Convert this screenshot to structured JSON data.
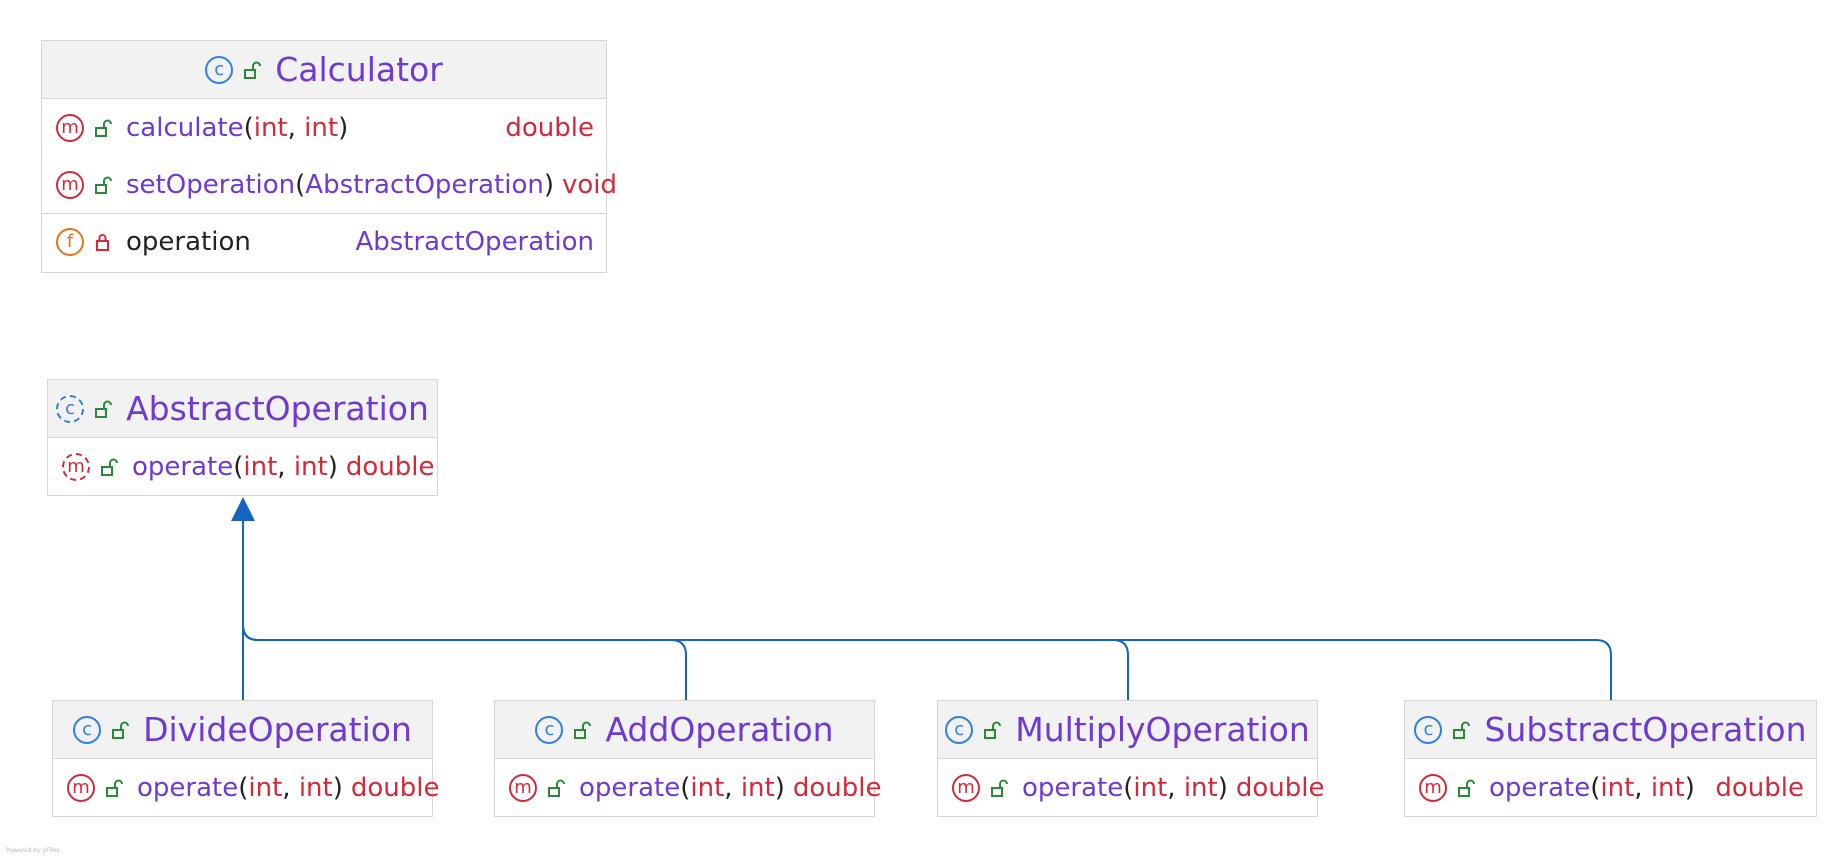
{
  "colors": {
    "class_name": "#6d3bd4",
    "type": "#d32a3b",
    "class_icon": "#2f7fe6",
    "method_icon": "#d32a3b",
    "field_icon": "#e8731a",
    "public_icon": "#2a8a3a",
    "private_icon": "#d32a3b",
    "edge": "#1565c0"
  },
  "icons": {
    "class_glyph": "c",
    "method_glyph": "m",
    "field_glyph": "f"
  },
  "classes": {
    "calculator": {
      "name": "Calculator",
      "abstract": false,
      "methods": [
        {
          "name": "calculate",
          "params": [
            "int",
            "int"
          ],
          "return_type": "double"
        },
        {
          "name": "setOperation",
          "params": [
            "AbstractOperation"
          ],
          "return_type": "void"
        }
      ],
      "fields": [
        {
          "name": "operation",
          "type": "AbstractOperation",
          "visibility": "private"
        }
      ]
    },
    "abstract_operation": {
      "name": "AbstractOperation",
      "abstract": true,
      "methods": [
        {
          "name": "operate",
          "params": [
            "int",
            "int"
          ],
          "return_type": "double",
          "abstract": true
        }
      ]
    },
    "divide_operation": {
      "name": "DivideOperation",
      "methods": [
        {
          "name": "operate",
          "params": [
            "int",
            "int"
          ],
          "return_type": "double"
        }
      ]
    },
    "add_operation": {
      "name": "AddOperation",
      "methods": [
        {
          "name": "operate",
          "params": [
            "int",
            "int"
          ],
          "return_type": "double"
        }
      ]
    },
    "multiply_operation": {
      "name": "MultiplyOperation",
      "methods": [
        {
          "name": "operate",
          "params": [
            "int",
            "int"
          ],
          "return_type": "double"
        }
      ]
    },
    "substract_operation": {
      "name": "SubstractOperation",
      "methods": [
        {
          "name": "operate",
          "params": [
            "int",
            "int"
          ],
          "return_type": "double"
        }
      ]
    }
  },
  "relations": [
    {
      "type": "extends",
      "from": "DivideOperation",
      "to": "AbstractOperation"
    },
    {
      "type": "extends",
      "from": "AddOperation",
      "to": "AbstractOperation"
    },
    {
      "type": "extends",
      "from": "MultiplyOperation",
      "to": "AbstractOperation"
    },
    {
      "type": "extends",
      "from": "SubstractOperation",
      "to": "AbstractOperation"
    }
  ],
  "footer": {
    "credit": "Powered by yFiles"
  }
}
